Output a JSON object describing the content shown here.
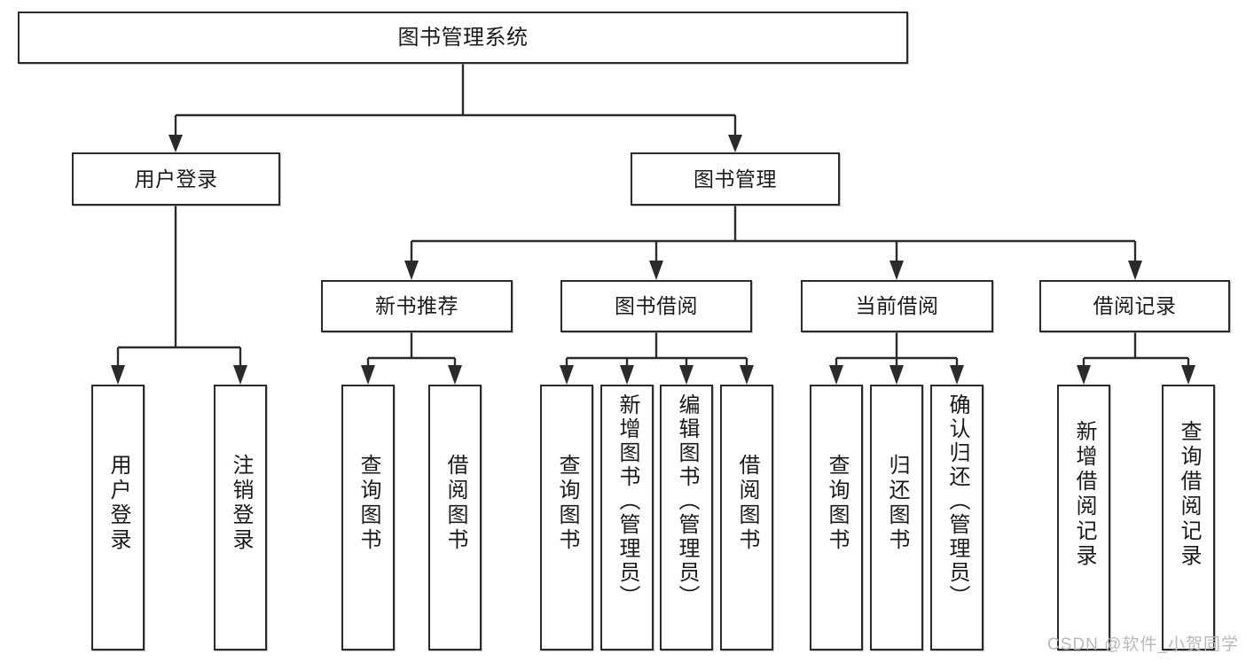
{
  "diagram": {
    "title": "图书管理系统",
    "type": "tree",
    "colors": {
      "stroke": "#2b2b2b",
      "box_fill": "#ffffff",
      "text": "#1a1a1a",
      "watermark": "#b9b9b9",
      "background": "#ffffff"
    },
    "root": {
      "label": "图书管理系统"
    },
    "level2": [
      {
        "label": "用户登录"
      },
      {
        "label": "图书管理"
      }
    ],
    "level3": [
      {
        "label": "新书推荐"
      },
      {
        "label": "图书借阅"
      },
      {
        "label": "当前借阅"
      },
      {
        "label": "借阅记录"
      }
    ],
    "leaves": {
      "user_login": [
        {
          "label": "用户登录"
        },
        {
          "label": "注销登录"
        }
      ],
      "new_book_recommend": [
        {
          "label": "查询图书"
        },
        {
          "label": "借阅图书"
        }
      ],
      "book_borrow": [
        {
          "label": "查询图书"
        },
        {
          "label": "新增图书（管理员）"
        },
        {
          "label": "编辑图书（管理员）"
        },
        {
          "label": "借阅图书"
        }
      ],
      "current_borrow": [
        {
          "label": "查询图书"
        },
        {
          "label": "归还图书"
        },
        {
          "label": "确认归还（管理员）"
        }
      ],
      "borrow_record": [
        {
          "label": "新增借阅记录"
        },
        {
          "label": "查询借阅记录"
        }
      ]
    }
  },
  "watermark": {
    "text": "CSDN @软件_小贺同学"
  }
}
